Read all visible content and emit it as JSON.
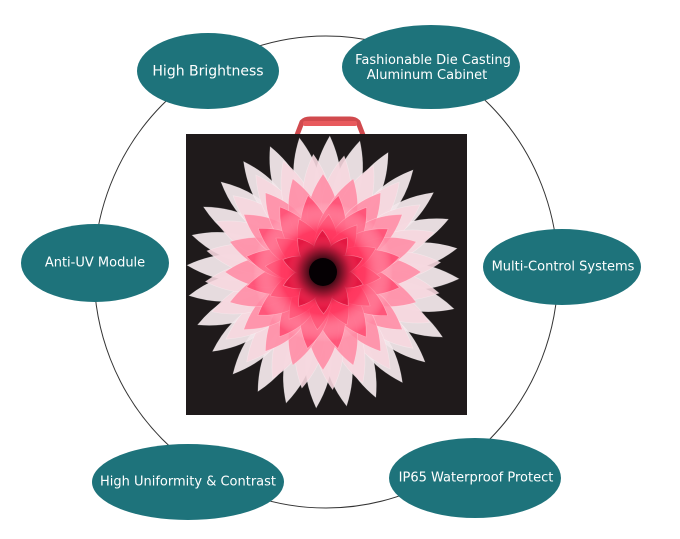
{
  "features": {
    "brightness": "High Brightness",
    "cabinet_line1": "Fashionable Die Casting",
    "cabinet_line2": "Aluminum Cabinet",
    "anti_uv": "Anti-UV Module",
    "multi_control": "Multi-Control Systems",
    "uniformity": "High Uniformity & Contrast",
    "waterproof": "IP65 Waterproof Protect"
  },
  "colors": {
    "bubble": "#1e737b",
    "circle": "#333333",
    "panel": "#1f1a1b",
    "flower_core": "#ff2a55",
    "handle": "#e24f52"
  }
}
